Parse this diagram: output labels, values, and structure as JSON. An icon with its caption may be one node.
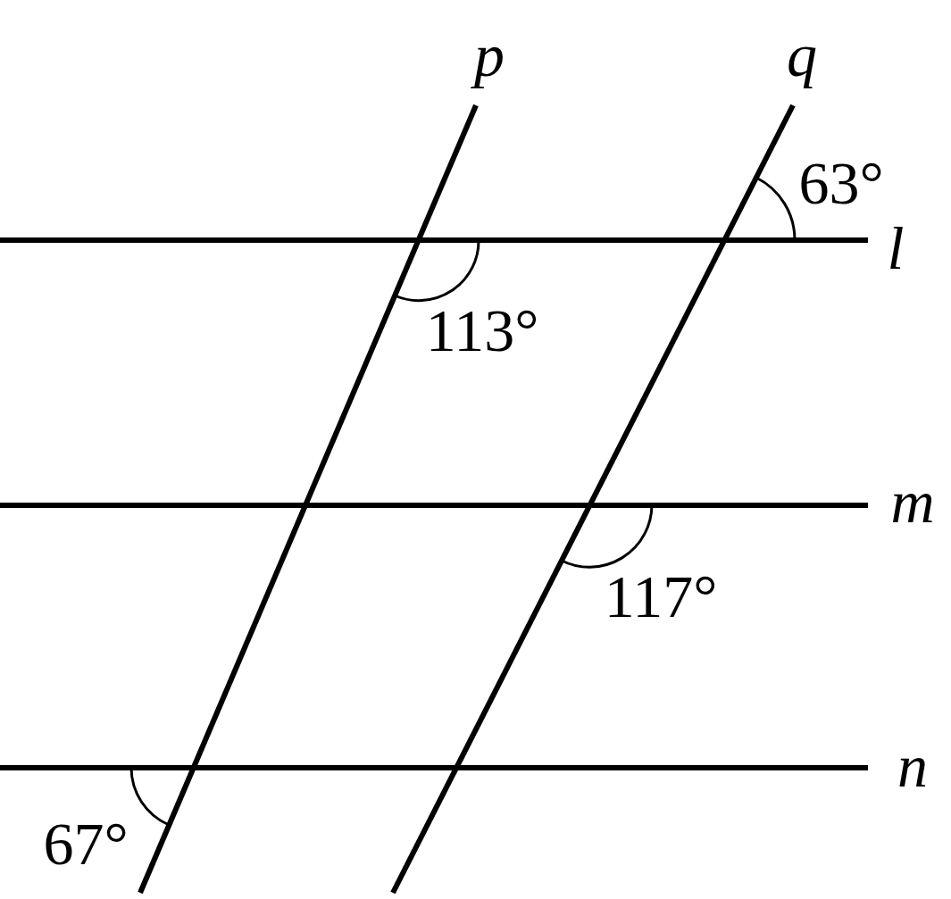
{
  "diagram": {
    "labels": [
      "p",
      "q",
      "63°",
      "l",
      "113°",
      "m",
      "117°",
      "n",
      "67°"
    ]
  }
}
